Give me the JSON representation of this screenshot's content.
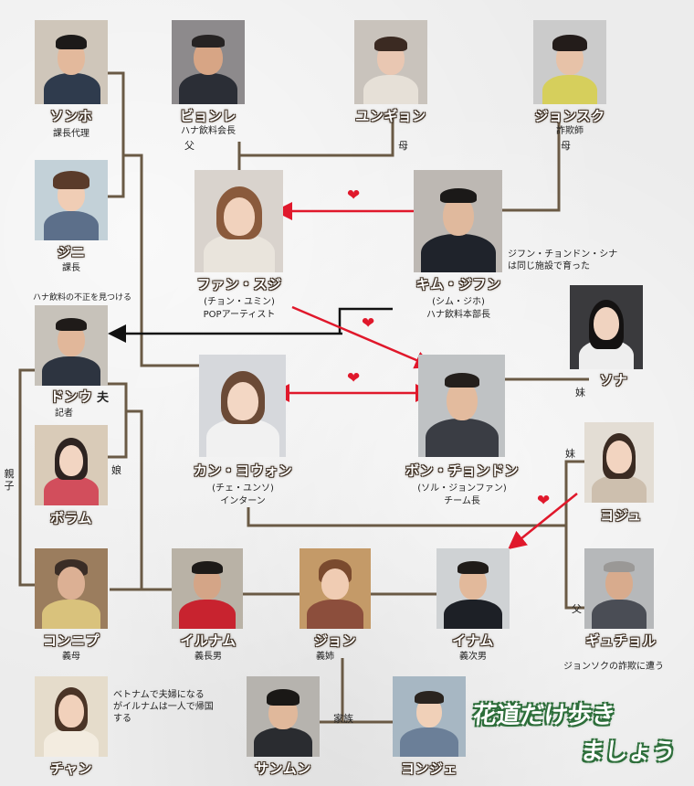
{
  "characters": {
    "sonho": {
      "name": "ソンホ",
      "role": "課長代理"
    },
    "byonre": {
      "name": "ビョンレ",
      "role": "ハナ飲料会長",
      "relation": "父"
    },
    "yungyon": {
      "name": "ユンギョン",
      "relation": "母"
    },
    "jonsuku": {
      "name": "ジョンスク",
      "role": "詐欺師",
      "relation": "母"
    },
    "jini": {
      "name": "ジニ",
      "role": "課長"
    },
    "suji": {
      "name": "ファン・スジ",
      "alias": "(チョン・ユミン)",
      "role": "POPアーティスト"
    },
    "jifun": {
      "name": "キム・ジフン",
      "alias": "(シム・ジホ)",
      "role": "ハナ飲料本部長"
    },
    "donu": {
      "name": "ドンウ",
      "suffix": "夫",
      "role": "記者",
      "top_note": "ハナ飲料の不正を見つける"
    },
    "sona": {
      "name": "ソナ",
      "relation": "妹"
    },
    "boramu": {
      "name": "ボラム",
      "relation": "娘"
    },
    "yowon": {
      "name": "カン・ヨウォン",
      "alias": "(チェ・ユンソ)",
      "role": "インターン"
    },
    "jondon": {
      "name": "ボン・チョンドン",
      "alias": "(ソル・ジョンファン)",
      "role": "チーム長"
    },
    "yoju": {
      "name": "ヨジュ",
      "relation": "妹"
    },
    "konnipu": {
      "name": "コンニプ",
      "role": "義母"
    },
    "irunamu": {
      "name": "イルナム",
      "role": "義長男"
    },
    "jon": {
      "name": "ジョン",
      "role": "義姉"
    },
    "inamu": {
      "name": "イナム",
      "role": "義次男"
    },
    "gyucholu": {
      "name": "ギュチョル",
      "relation": "父",
      "note": "ジョンソクの詐欺に遭う"
    },
    "chan": {
      "name": "チャン"
    },
    "samun": {
      "name": "サンムン"
    },
    "yonje": {
      "name": "ヨンジェ"
    }
  },
  "labels": {
    "family_link": "家族",
    "parent_child": "親子",
    "jifun_note": "ジフン・チョンドン・シナ\nは同じ施設で育った",
    "chan_note": "ベトナムで夫婦になる\nがイルナムは一人で帰国\nする",
    "heart": "❤"
  },
  "title": {
    "line1": "花道だけ歩き",
    "line2": "ましょう"
  },
  "colors": {
    "line": "#6a5a45",
    "love_arrow": "#e0182b",
    "black_arrow": "#111111",
    "heart": "#e0182b"
  }
}
